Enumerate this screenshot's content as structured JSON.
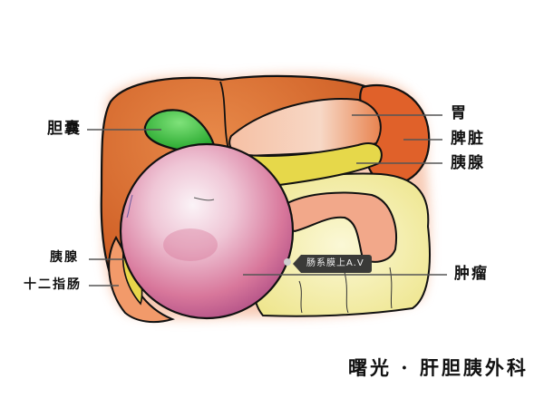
{
  "figure": {
    "type": "anatomical-illustration",
    "subject": "upper abdominal organs with large tumor"
  },
  "labels": {
    "gallbladder": "胆囊",
    "stomach": "胃",
    "spleen": "脾脏",
    "pancreas_body": "胰腺",
    "pancreas_head": "胰腺",
    "duodenum": "十二指肠",
    "tumor": "肿瘤"
  },
  "tag": {
    "text": "肠系膜上A.V"
  },
  "title": "曙光 · 肝胆胰外科",
  "colors": {
    "liver": "#d9682a",
    "gallbladder": "#3cc43a",
    "tumor": "#d98aa8",
    "pancreas": "#e6d84a",
    "intestine": "#f3eea0",
    "stomach": "#f2a07a",
    "spleen": "#e0612a",
    "duodenum": "#f29a6a",
    "leader_line": "#555555",
    "tag_bg": "#3a3a38"
  }
}
